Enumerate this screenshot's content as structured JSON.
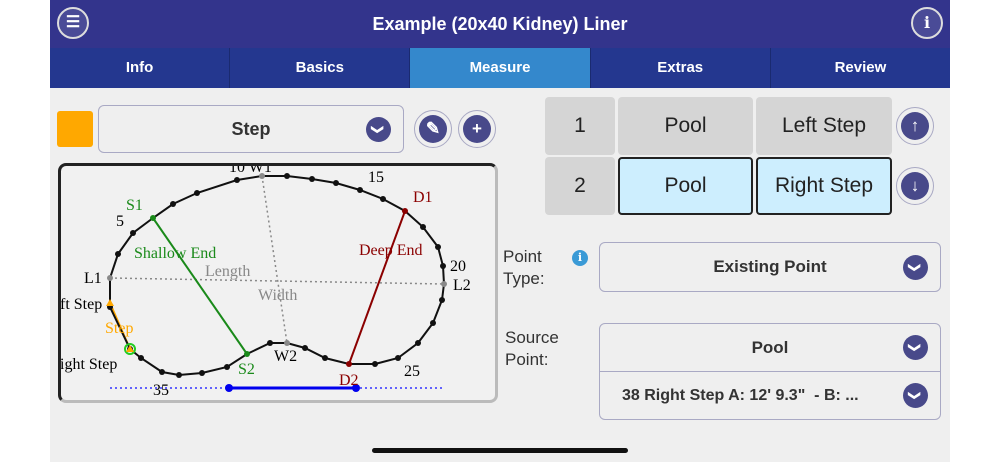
{
  "header": {
    "title": "Example (20x40 Kidney) Liner",
    "menu_icon": "list-icon",
    "info_icon": "info-icon"
  },
  "tabs": [
    {
      "label": "Info"
    },
    {
      "label": "Basics"
    },
    {
      "label": "Measure",
      "active": true
    },
    {
      "label": "Extras"
    },
    {
      "label": "Review"
    }
  ],
  "feature": {
    "color": "#ffa800",
    "selected": "Step"
  },
  "steps": [
    {
      "num": "1",
      "a": "Pool",
      "b": "Left Step"
    },
    {
      "num": "2",
      "a": "Pool",
      "b": "Right Step"
    }
  ],
  "point_type": {
    "label1": "Point",
    "label2": "Type:",
    "value": "Existing Point"
  },
  "source_point": {
    "label1": "Source",
    "label2": "Point:",
    "value": "Pool",
    "point": "38 Right Step A: 12' 9.3\"  - B: ..."
  },
  "diagram": {
    "labels": {
      "w1": "10 W1",
      "n15": "15",
      "d1": "D1",
      "s1": "S1",
      "n5": "5",
      "shallow": "Shallow End",
      "deep": "Deep End",
      "length": "Length",
      "width": "Width",
      "l1": "L1",
      "l2": "L2",
      "n20": "20",
      "left_step": "ft Step",
      "step": "Step",
      "right_step": "ight Step",
      "w2": "W2",
      "s2": "S2",
      "d2": "D2",
      "n25": "25",
      "n35": "35"
    }
  }
}
